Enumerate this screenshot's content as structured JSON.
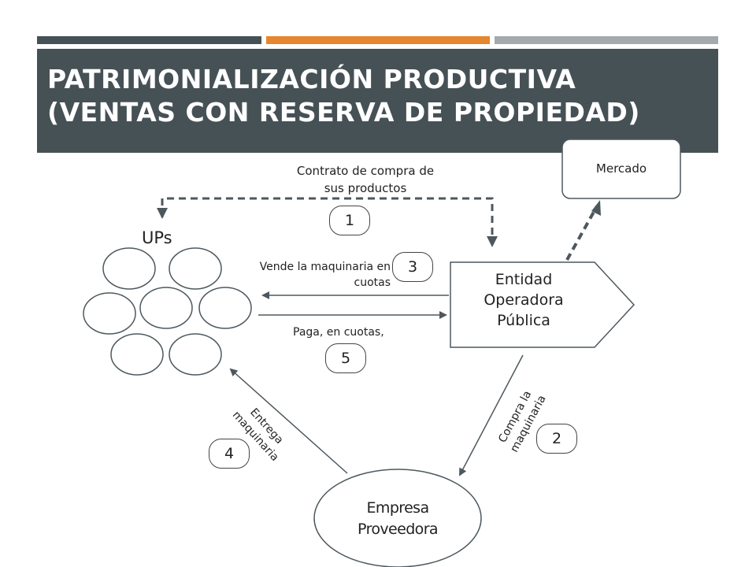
{
  "slide": {
    "title_line1": "PATRIMONIALIZACIÓN PRODUCTIVA",
    "title_line2": "(VENTAS CON RESERVA DE PROPIEDAD)"
  },
  "colors": {
    "header_bg": "#465156",
    "bar_dark": "#465156",
    "bar_orange": "#E6862E",
    "bar_gray": "#A3A9AD",
    "line": "#4D585E"
  },
  "nodes": {
    "ups_label": "UPs",
    "mercado": "Mercado",
    "entidad_line1": "Entidad",
    "entidad_line2": "Operadora",
    "entidad_line3": "Pública",
    "empresa_line1": "Empresa",
    "empresa_line2": "Proveedora"
  },
  "edges": {
    "contrato_line1": "Contrato de compra de",
    "contrato_line2": "sus productos",
    "vende_line1": "Vende la maquinaria en",
    "vende_line2": "cuotas",
    "paga": "Paga, en cuotas,",
    "compra_line1": "Compra la",
    "compra_line2": "maquinaria",
    "entrega_line1": "Entrega",
    "entrega_line2": "maquinaria"
  },
  "steps": [
    "1",
    "2",
    "3",
    "4",
    "5"
  ]
}
